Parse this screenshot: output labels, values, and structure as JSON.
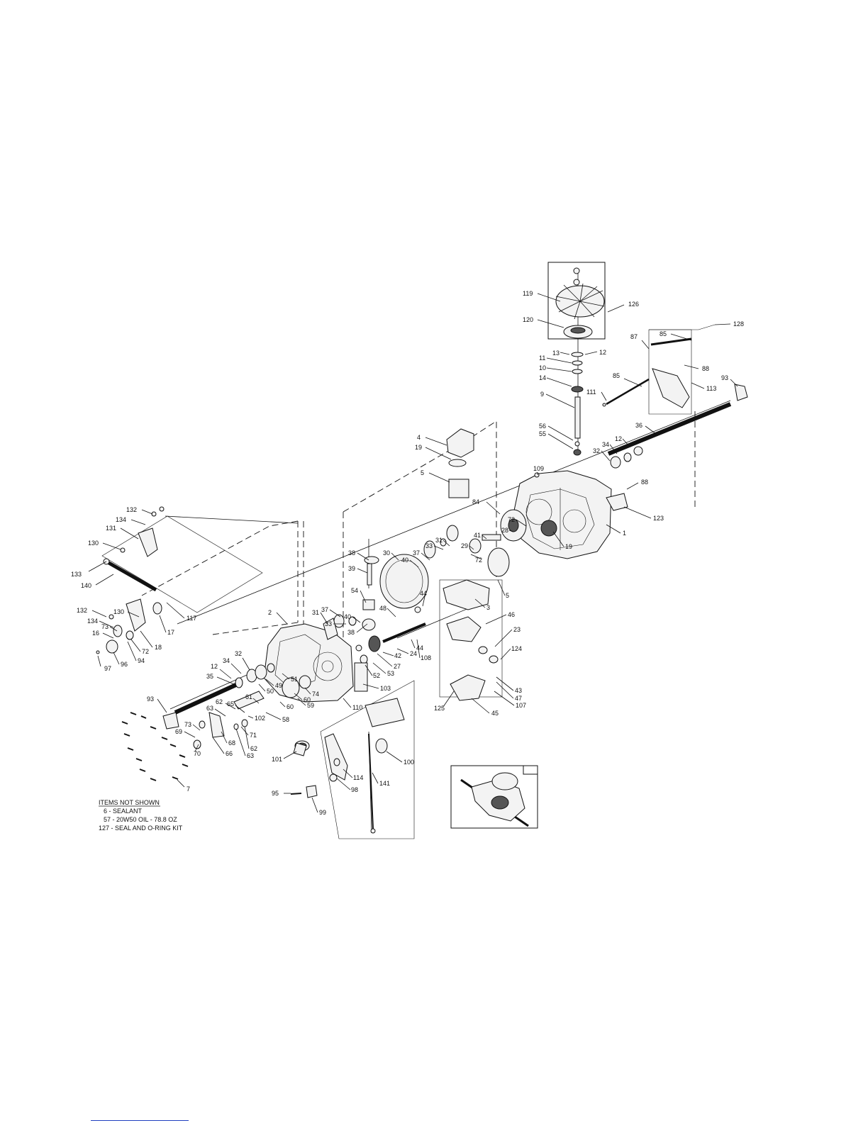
{
  "callouts": [
    {
      "id": "c119",
      "label": "119"
    },
    {
      "id": "c126",
      "label": "126"
    },
    {
      "id": "c120",
      "label": "120"
    },
    {
      "id": "c13",
      "label": "13"
    },
    {
      "id": "c12a",
      "label": "12"
    },
    {
      "id": "c11",
      "label": "11"
    },
    {
      "id": "c10",
      "label": "10"
    },
    {
      "id": "c14",
      "label": "14"
    },
    {
      "id": "c9",
      "label": "9"
    },
    {
      "id": "c56",
      "label": "56"
    },
    {
      "id": "c55",
      "label": "55"
    },
    {
      "id": "c85a",
      "label": "85"
    },
    {
      "id": "c128",
      "label": "128"
    },
    {
      "id": "c87",
      "label": "87"
    },
    {
      "id": "c88a",
      "label": "88"
    },
    {
      "id": "c85b",
      "label": "85"
    },
    {
      "id": "c113",
      "label": "113"
    },
    {
      "id": "c93a",
      "label": "93"
    },
    {
      "id": "c111",
      "label": "111"
    },
    {
      "id": "c36",
      "label": "36"
    },
    {
      "id": "c34a",
      "label": "34"
    },
    {
      "id": "c12b",
      "label": "12"
    },
    {
      "id": "c32a",
      "label": "32"
    },
    {
      "id": "c109",
      "label": "109"
    },
    {
      "id": "c88b",
      "label": "88"
    },
    {
      "id": "c123",
      "label": "123"
    },
    {
      "id": "c1",
      "label": "1"
    },
    {
      "id": "c4",
      "label": "4"
    },
    {
      "id": "c19a",
      "label": "19"
    },
    {
      "id": "c5a",
      "label": "5"
    },
    {
      "id": "c84",
      "label": "84"
    },
    {
      "id": "c72a",
      "label": "72"
    },
    {
      "id": "c28",
      "label": "28"
    },
    {
      "id": "c19b",
      "label": "19"
    },
    {
      "id": "c41",
      "label": "41"
    },
    {
      "id": "c29",
      "label": "29"
    },
    {
      "id": "c31a",
      "label": "31"
    },
    {
      "id": "c33a",
      "label": "33"
    },
    {
      "id": "c37a",
      "label": "37"
    },
    {
      "id": "c40a",
      "label": "40"
    },
    {
      "id": "c30",
      "label": "30"
    },
    {
      "id": "c38a",
      "label": "38"
    },
    {
      "id": "c39",
      "label": "39"
    },
    {
      "id": "c72b",
      "label": "72"
    },
    {
      "id": "c5b",
      "label": "5"
    },
    {
      "id": "c44a",
      "label": "44"
    },
    {
      "id": "c3",
      "label": "3"
    },
    {
      "id": "c54",
      "label": "54"
    },
    {
      "id": "c37b",
      "label": "37"
    },
    {
      "id": "c40b",
      "label": "40"
    },
    {
      "id": "c33b",
      "label": "33"
    },
    {
      "id": "c31b",
      "label": "31"
    },
    {
      "id": "c38b",
      "label": "38"
    },
    {
      "id": "c48",
      "label": "48"
    },
    {
      "id": "c46",
      "label": "46"
    },
    {
      "id": "c23",
      "label": "23"
    },
    {
      "id": "c124",
      "label": "124"
    },
    {
      "id": "c42",
      "label": "42"
    },
    {
      "id": "c44b",
      "label": "44"
    },
    {
      "id": "c24",
      "label": "24"
    },
    {
      "id": "c27",
      "label": "27"
    },
    {
      "id": "c108",
      "label": "108"
    },
    {
      "id": "c53",
      "label": "53"
    },
    {
      "id": "c52",
      "label": "52"
    },
    {
      "id": "c43",
      "label": "43"
    },
    {
      "id": "c47",
      "label": "47"
    },
    {
      "id": "c107",
      "label": "107"
    },
    {
      "id": "c125",
      "label": "125"
    },
    {
      "id": "c45",
      "label": "45"
    },
    {
      "id": "c103",
      "label": "103"
    },
    {
      "id": "c110",
      "label": "110"
    },
    {
      "id": "c2",
      "label": "2"
    },
    {
      "id": "c132a",
      "label": "132"
    },
    {
      "id": "c134a",
      "label": "134"
    },
    {
      "id": "c131",
      "label": "131"
    },
    {
      "id": "c130a",
      "label": "130"
    },
    {
      "id": "c133",
      "label": "133"
    },
    {
      "id": "c140",
      "label": "140"
    },
    {
      "id": "c130b",
      "label": "130"
    },
    {
      "id": "c117",
      "label": "117"
    },
    {
      "id": "c132b",
      "label": "132"
    },
    {
      "id": "c134b",
      "label": "134"
    },
    {
      "id": "c17",
      "label": "17"
    },
    {
      "id": "c73a",
      "label": "73"
    },
    {
      "id": "c16",
      "label": "16"
    },
    {
      "id": "c18",
      "label": "18"
    },
    {
      "id": "c72c",
      "label": "72"
    },
    {
      "id": "c94",
      "label": "94"
    },
    {
      "id": "c96",
      "label": "96"
    },
    {
      "id": "c97",
      "label": "97"
    },
    {
      "id": "c32b",
      "label": "32"
    },
    {
      "id": "c34b",
      "label": "34"
    },
    {
      "id": "c12c",
      "label": "12"
    },
    {
      "id": "c35",
      "label": "35"
    },
    {
      "id": "c49",
      "label": "49"
    },
    {
      "id": "c51",
      "label": "51"
    },
    {
      "id": "c50",
      "label": "50"
    },
    {
      "id": "c74",
      "label": "74"
    },
    {
      "id": "c60a",
      "label": "60"
    },
    {
      "id": "c60b",
      "label": "60"
    },
    {
      "id": "c59",
      "label": "59"
    },
    {
      "id": "c93b",
      "label": "93"
    },
    {
      "id": "c65",
      "label": "65"
    },
    {
      "id": "c61",
      "label": "61"
    },
    {
      "id": "c58",
      "label": "58"
    },
    {
      "id": "c63a",
      "label": "63"
    },
    {
      "id": "c62a",
      "label": "62"
    },
    {
      "id": "c71",
      "label": "71"
    },
    {
      "id": "c102",
      "label": "102"
    },
    {
      "id": "c62b",
      "label": "62"
    },
    {
      "id": "c63b",
      "label": "63"
    },
    {
      "id": "c73b",
      "label": "73"
    },
    {
      "id": "c69",
      "label": "69"
    },
    {
      "id": "c68",
      "label": "68"
    },
    {
      "id": "c70",
      "label": "70"
    },
    {
      "id": "c66",
      "label": "66"
    },
    {
      "id": "c101",
      "label": "101"
    },
    {
      "id": "c100",
      "label": "100"
    },
    {
      "id": "c114",
      "label": "114"
    },
    {
      "id": "c98",
      "label": "98"
    },
    {
      "id": "c141",
      "label": "141"
    },
    {
      "id": "c95",
      "label": "95"
    },
    {
      "id": "c99",
      "label": "99"
    },
    {
      "id": "c7",
      "label": "7"
    }
  ],
  "notes": {
    "heading": "ITEMS NOT SHOWN",
    "lines": [
      "6 - SEALANT",
      "57 - 20W50 OIL - 78.8 OZ",
      "127 - SEAL AND O-RING KIT"
    ]
  }
}
